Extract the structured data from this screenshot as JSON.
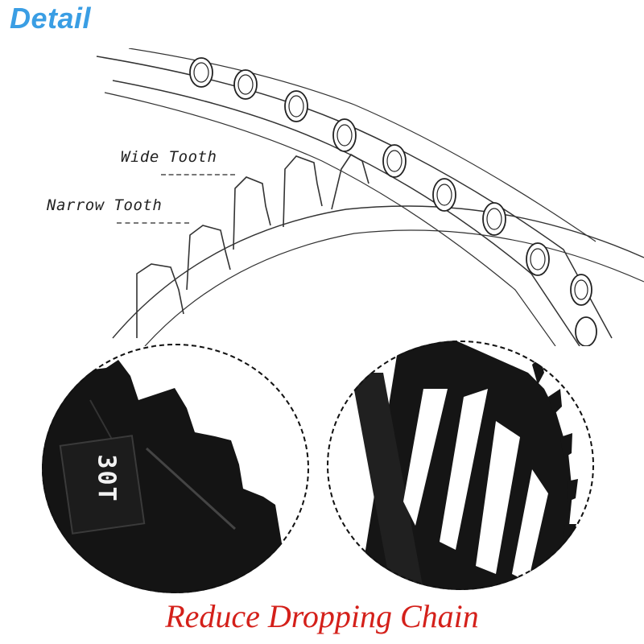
{
  "header": {
    "title": "Detail"
  },
  "diagram": {
    "labels": {
      "wide_tooth": "Wide Tooth",
      "narrow_tooth": "Narrow Tooth"
    }
  },
  "detail_left": {
    "engraving": "30T"
  },
  "caption": "Reduce Dropping Chain",
  "colors": {
    "title": "#3a9ee4",
    "caption": "#d4201a",
    "chainring": "#111111"
  }
}
